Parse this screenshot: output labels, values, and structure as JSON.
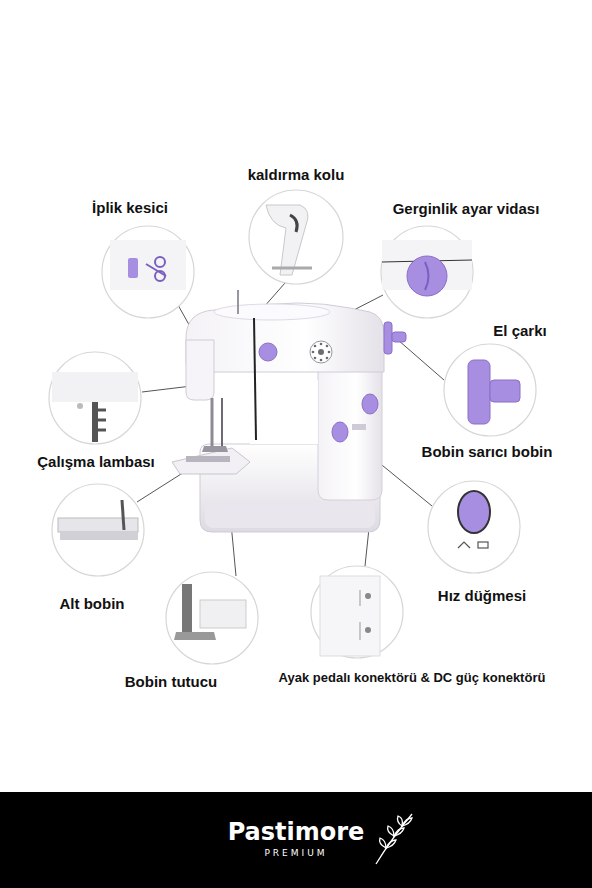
{
  "diagram": {
    "nodes": [
      {
        "text": [
          "Pastimore",
          "PREMIUM"
        ]
      }
    ],
    "labels": [
      "kaldırma kolu",
      "İplik kesici",
      "Gerginlik ayar vidası",
      "El çarkı",
      "Çalışma lambası",
      "Bobin sarıcı bobin",
      "Alt bobin",
      "Hız düğmesi",
      "Bobin tutucu",
      "Ayak pedalı konektörü & DC güç konektörü"
    ]
  }
}
